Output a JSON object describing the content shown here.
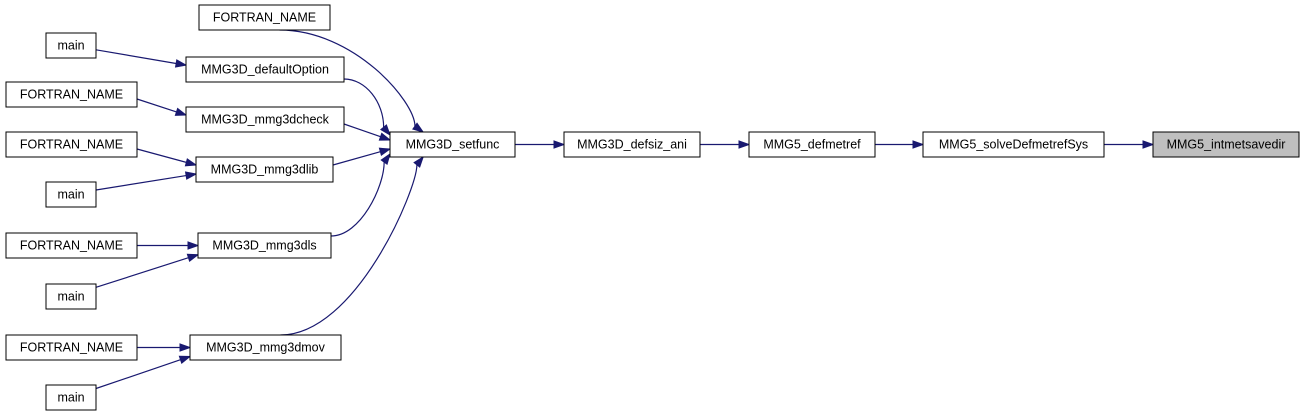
{
  "diagram": {
    "type": "call-graph",
    "colors": {
      "edge": "#191970",
      "node_border": "#000000",
      "node_fill": "#ffffff",
      "current_node_fill": "#bfbfbf"
    },
    "nodes": {
      "n_fortran_top": "FORTRAN_NAME",
      "n_main_1": "main",
      "n_defaultoption": "MMG3D_defaultOption",
      "n_fortran_2": "FORTRAN_NAME",
      "n_mmg3dcheck": "MMG3D_mmg3dcheck",
      "n_fortran_3": "FORTRAN_NAME",
      "n_mmg3dlib": "MMG3D_mmg3dlib",
      "n_main_2": "main",
      "n_fortran_4": "FORTRAN_NAME",
      "n_mmg3dls": "MMG3D_mmg3dls",
      "n_main_3": "main",
      "n_fortran_5": "FORTRAN_NAME",
      "n_mmg3dmov": "MMG3D_mmg3dmov",
      "n_main_4": "main",
      "n_setfunc": "MMG3D_setfunc",
      "n_defsiz_ani": "MMG3D_defsiz_ani",
      "n_defmetref": "MMG5_defmetref",
      "n_solvedefmetrefsys": "MMG5_solveDefmetrefSys",
      "n_intmetsavedir": "MMG5_intmetsavedir"
    },
    "current_node": "n_intmetsavedir",
    "edges": [
      {
        "from": "n_main_1",
        "to": "n_defaultoption"
      },
      {
        "from": "n_fortran_2",
        "to": "n_mmg3dcheck"
      },
      {
        "from": "n_fortran_3",
        "to": "n_mmg3dlib"
      },
      {
        "from": "n_main_2",
        "to": "n_mmg3dlib"
      },
      {
        "from": "n_fortran_4",
        "to": "n_mmg3dls"
      },
      {
        "from": "n_main_3",
        "to": "n_mmg3dls"
      },
      {
        "from": "n_fortran_5",
        "to": "n_mmg3dmov"
      },
      {
        "from": "n_main_4",
        "to": "n_mmg3dmov"
      },
      {
        "from": "n_fortran_top",
        "to": "n_setfunc"
      },
      {
        "from": "n_defaultoption",
        "to": "n_setfunc"
      },
      {
        "from": "n_mmg3dcheck",
        "to": "n_setfunc"
      },
      {
        "from": "n_mmg3dlib",
        "to": "n_setfunc"
      },
      {
        "from": "n_mmg3dls",
        "to": "n_setfunc"
      },
      {
        "from": "n_mmg3dmov",
        "to": "n_setfunc"
      },
      {
        "from": "n_setfunc",
        "to": "n_defsiz_ani"
      },
      {
        "from": "n_defsiz_ani",
        "to": "n_defmetref"
      },
      {
        "from": "n_defmetref",
        "to": "n_solvedefmetrefsys"
      },
      {
        "from": "n_solvedefmetrefsys",
        "to": "n_intmetsavedir"
      }
    ]
  }
}
